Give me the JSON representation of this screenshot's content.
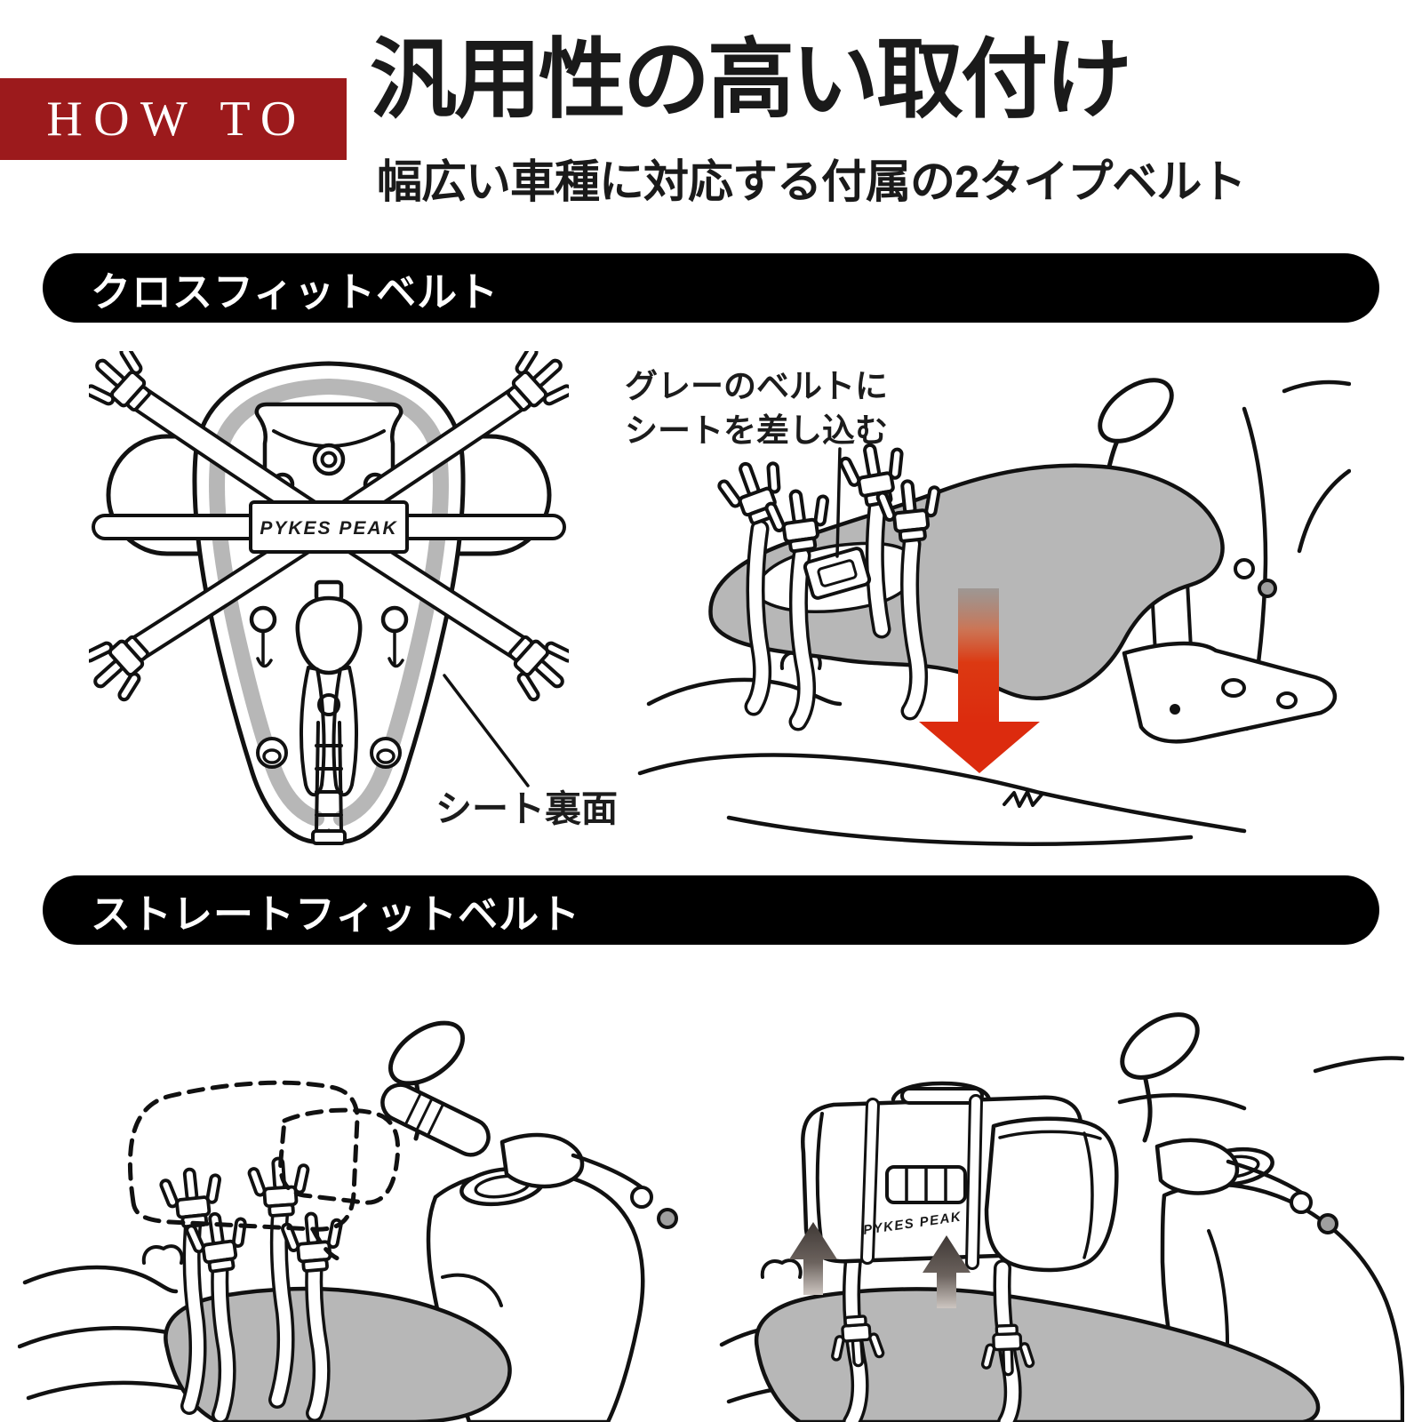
{
  "header": {
    "badge_label": "HOW TO",
    "title": "汎用性の高い取付け",
    "subtitle": "幅広い車種に対応する付属の2タイプベルト"
  },
  "sections": {
    "crossfit": {
      "banner_label": "クロスフィットベルト",
      "note_insert_line1": "グレーのベルトに",
      "note_insert_line2": "シートを差し込む",
      "seat_back_label": "シート裏面"
    },
    "straightfit": {
      "banner_label": "ストレートフィットベルト"
    }
  },
  "brand": {
    "logo_text": "PYKES PEAK"
  },
  "colors": {
    "badge_red": "#9c1a1c",
    "banner_black": "#000000",
    "arrow_red": "#dc2b0e",
    "seat_gray": "#b7b7b7",
    "line_black": "#111111",
    "up_arrow_gray_dark": "#3e3835",
    "up_arrow_gray_light": "#cdc6c1"
  }
}
